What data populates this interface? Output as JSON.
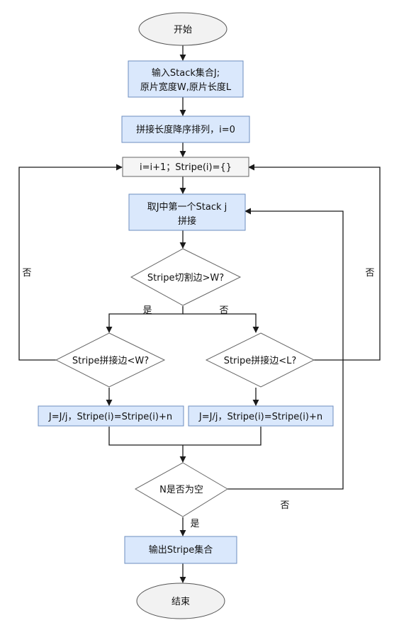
{
  "flowchart": {
    "start": "开始",
    "input_line1": "输入Stack集合J;",
    "input_line2": "原片宽度W,原片长度L",
    "sort": "拼接长度降序排列，i=0",
    "init": "i=i+1；Stripe(i)={}",
    "take_line1": "取J中第一个Stack j",
    "take_line2": "拼接",
    "cond_cut": "Stripe切割边>W?",
    "cond_w": "Stripe拼接边<W?",
    "cond_l": "Stripe拼接边<L?",
    "update_left": "J=J/j，Stripe(i)=Stripe(i)+n",
    "update_right": "J=J/j，Stripe(i)=Stripe(i)+n",
    "cond_empty": "N是否为空",
    "output": "输出Stripe集合",
    "end": "结束",
    "label_yes_cut": "是",
    "label_no_cut": "否",
    "label_no_w": "否",
    "label_no_l": "否",
    "label_no_empty": "否",
    "label_yes_empty": "是"
  }
}
